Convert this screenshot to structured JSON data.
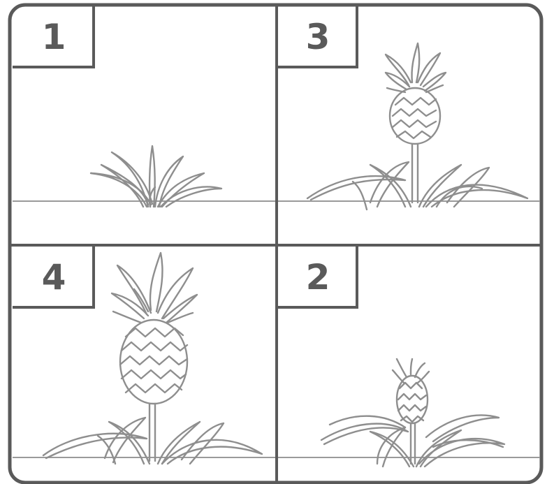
{
  "panels": [
    {
      "id": "tl",
      "label": "1",
      "stage": "young-leaves"
    },
    {
      "id": "tr",
      "label": "3",
      "stage": "small-fruit-on-stalk"
    },
    {
      "id": "bl",
      "label": "4",
      "stage": "ripe-pineapple"
    },
    {
      "id": "br",
      "label": "2",
      "stage": "flowering-bud"
    }
  ],
  "colors": {
    "border": "#5a5a5a",
    "drawing": "#8e8e8e",
    "ground": "#9a9a9a",
    "background": "#ffffff"
  }
}
